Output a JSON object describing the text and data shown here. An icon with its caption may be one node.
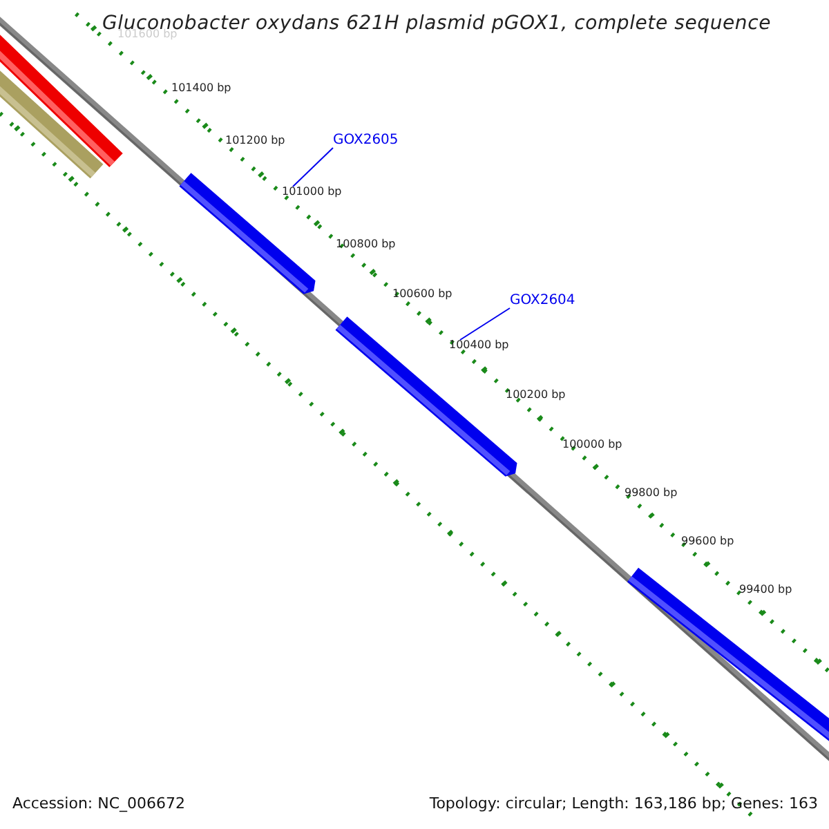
{
  "diagram": {
    "title": "Gluconobacter oxydans 621H plasmid pGOX1, complete sequence",
    "nodes": [
      {
        "text": [
          "GOX2605"
        ]
      },
      {
        "text": [
          "101000 bp"
        ]
      },
      {
        "text": [
          "GOX2604"
        ]
      },
      {
        "text": [
          "100400 bp"
        ]
      }
    ],
    "edges": [
      {
        "from": 0,
        "to": 1,
        "arrow": "none"
      },
      {
        "from": 2,
        "to": 3,
        "arrow": "none"
      }
    ],
    "labels": [
      "101600 bp",
      "101400 bp",
      "101200 bp",
      "100800 bp",
      "100600 bp",
      "100200 bp",
      "100000 bp",
      "99800 bp",
      "99600 bp",
      "99400 bp",
      "Accession: NC_006672",
      "Topology: circular; Length: 163,186 bp; Genes: 163"
    ]
  }
}
